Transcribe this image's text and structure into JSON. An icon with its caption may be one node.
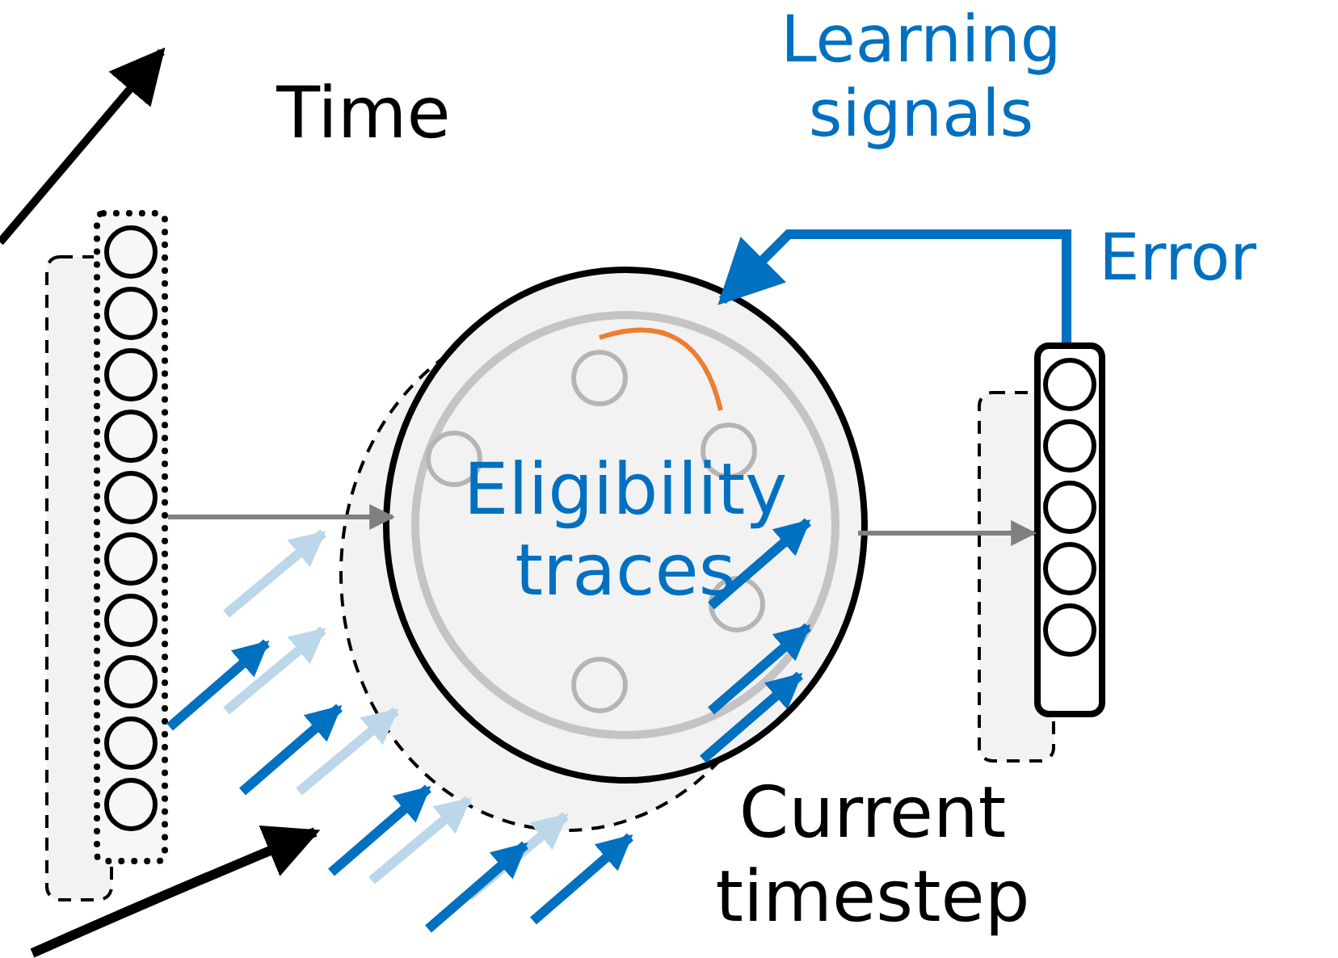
{
  "diagram": {
    "nodes": [
      {
        "text": [],
        "shape": "bar"
      },
      {
        "text": [
          "Eligibility traces"
        ]
      },
      {
        "text": [],
        "shape": "bar",
        "beside": [
          "Error"
        ]
      }
    ],
    "edges": [
      {
        "from": 0,
        "to": 1,
        "arrow": "to",
        "color": "#808080"
      },
      {
        "from": 1,
        "to": 2,
        "arrow": "to",
        "color": "#808080"
      },
      {
        "from": 2,
        "to": 1,
        "arrow": "to",
        "label": "Learning signals",
        "color": "#0070c0",
        "style": "thick"
      }
    ],
    "labels": [
      "Time",
      "Current timestep"
    ]
  }
}
